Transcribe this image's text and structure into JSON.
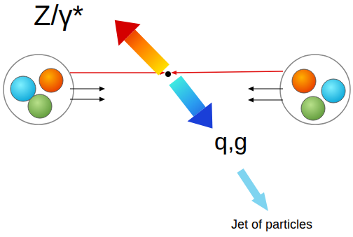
{
  "diagram": {
    "labels": [
      "Z/γ*",
      "q,g",
      "Jet of particles"
    ]
  }
}
